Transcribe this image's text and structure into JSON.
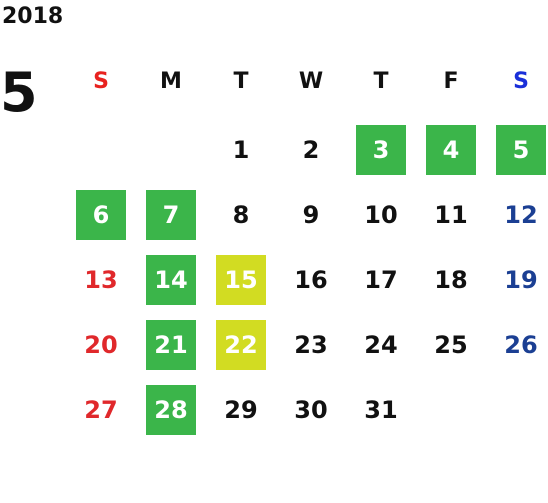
{
  "calendar": {
    "year": "2018",
    "month": "5",
    "weekdays": [
      {
        "label": "S",
        "type": "sun"
      },
      {
        "label": "M",
        "type": ""
      },
      {
        "label": "T",
        "type": ""
      },
      {
        "label": "W",
        "type": ""
      },
      {
        "label": "T",
        "type": ""
      },
      {
        "label": "F",
        "type": ""
      },
      {
        "label": "S",
        "type": "sat"
      }
    ],
    "highlight_colors": {
      "green": "#3bb54a",
      "yellow": "#d2dc22",
      "sunday_text": "#e0282b",
      "saturday_text": "#1b3f93"
    },
    "weeks": [
      [
        {
          "day": "",
          "hl": ""
        },
        {
          "day": "",
          "hl": ""
        },
        {
          "day": "1",
          "hl": ""
        },
        {
          "day": "2",
          "hl": ""
        },
        {
          "day": "3",
          "hl": "green"
        },
        {
          "day": "4",
          "hl": "green"
        },
        {
          "day": "5",
          "hl": "green"
        }
      ],
      [
        {
          "day": "6",
          "hl": "green"
        },
        {
          "day": "7",
          "hl": "green"
        },
        {
          "day": "8",
          "hl": ""
        },
        {
          "day": "9",
          "hl": ""
        },
        {
          "day": "10",
          "hl": ""
        },
        {
          "day": "11",
          "hl": ""
        },
        {
          "day": "12",
          "hl": ""
        }
      ],
      [
        {
          "day": "13",
          "hl": ""
        },
        {
          "day": "14",
          "hl": "green"
        },
        {
          "day": "15",
          "hl": "yellow"
        },
        {
          "day": "16",
          "hl": ""
        },
        {
          "day": "17",
          "hl": ""
        },
        {
          "day": "18",
          "hl": ""
        },
        {
          "day": "19",
          "hl": ""
        }
      ],
      [
        {
          "day": "20",
          "hl": ""
        },
        {
          "day": "21",
          "hl": "green"
        },
        {
          "day": "22",
          "hl": "yellow"
        },
        {
          "day": "23",
          "hl": ""
        },
        {
          "day": "24",
          "hl": ""
        },
        {
          "day": "25",
          "hl": ""
        },
        {
          "day": "26",
          "hl": ""
        }
      ],
      [
        {
          "day": "27",
          "hl": ""
        },
        {
          "day": "28",
          "hl": "green"
        },
        {
          "day": "29",
          "hl": ""
        },
        {
          "day": "30",
          "hl": ""
        },
        {
          "day": "31",
          "hl": ""
        },
        {
          "day": "",
          "hl": ""
        },
        {
          "day": "",
          "hl": ""
        }
      ]
    ]
  }
}
